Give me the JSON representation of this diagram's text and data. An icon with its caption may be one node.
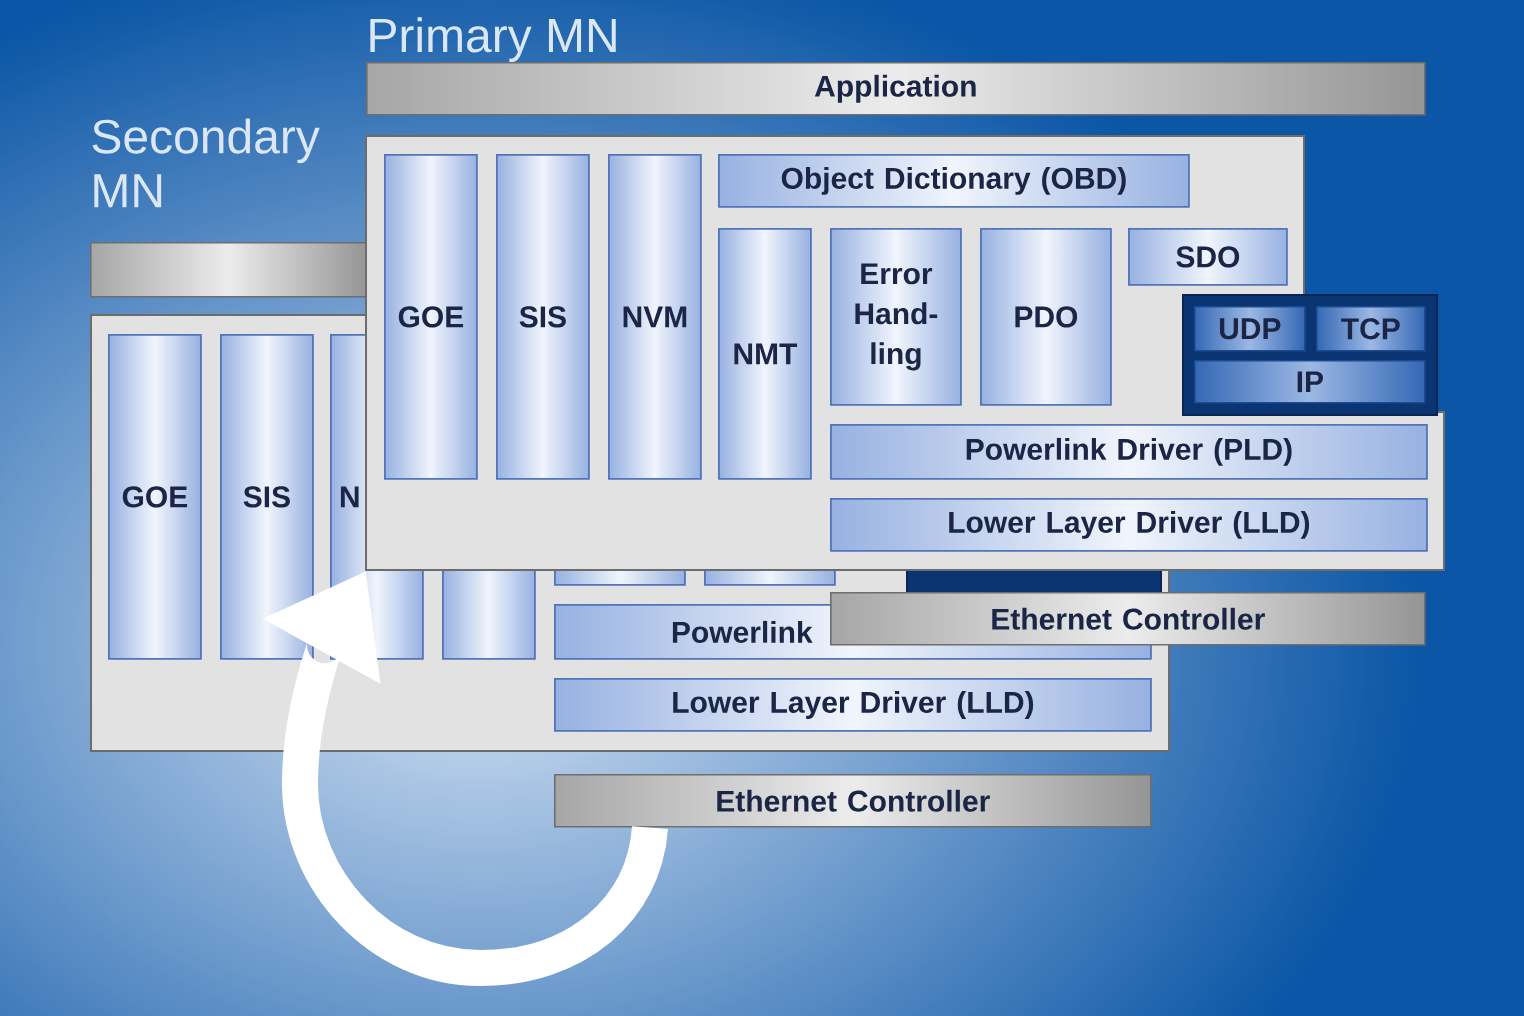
{
  "diagram": {
    "nodes": [
      {
        "text": [
          "Application"
        ]
      },
      {
        "text": [],
        "shape": "box"
      },
      {
        "text": [
          "GOE"
        ],
        "in": 1
      },
      {
        "text": [
          "SIS"
        ],
        "in": 1
      },
      {
        "text": [
          "NVM"
        ],
        "in": 1
      },
      {
        "text": [
          "Object Dictionary (OBD)"
        ],
        "in": 1
      },
      {
        "text": [
          "NMT"
        ],
        "in": 1
      },
      {
        "text": [
          "Error Hand- ling"
        ],
        "in": 1
      },
      {
        "text": [
          "PDO"
        ],
        "in": 1
      },
      {
        "text": [
          "SDO"
        ],
        "in": 1
      },
      {
        "text": [],
        "shape": "box",
        "in": 1
      },
      {
        "text": [
          "UDP"
        ],
        "in": 10
      },
      {
        "text": [
          "TCP"
        ],
        "in": 10
      },
      {
        "text": [
          "IP"
        ],
        "in": 10
      },
      {
        "text": [
          "Powerlink Driver (PLD)"
        ],
        "in": 1
      },
      {
        "text": [
          "Lower Layer Driver (LLD)"
        ],
        "in": 1
      },
      {
        "text": [
          "Ethernet Controller"
        ]
      },
      {
        "text": [],
        "shape": "box"
      },
      {
        "text": [],
        "shape": "box"
      },
      {
        "text": [
          "GOE"
        ],
        "in": 18
      },
      {
        "text": [
          "SIS"
        ],
        "in": 18
      },
      {
        "text": [
          "N"
        ],
        "in": 18
      },
      {
        "text": [],
        "shape": "box",
        "in": 18
      },
      {
        "text": [],
        "shape": "box",
        "in": 18
      },
      {
        "text": [],
        "shape": "box",
        "in": 18
      },
      {
        "text": [],
        "shape": "box",
        "in": 18
      },
      {
        "text": [
          "Powerlink"
        ],
        "in": 18
      },
      {
        "text": [
          "Lower Layer Driver (LLD)"
        ],
        "in": 18
      },
      {
        "text": [
          "Ethernet Controller"
        ]
      }
    ],
    "edges": [
      {
        "from": 28,
        "to": 1,
        "arrow": "to"
      }
    ],
    "labels": [
      "Primary MN",
      "Secondary MN"
    ]
  }
}
